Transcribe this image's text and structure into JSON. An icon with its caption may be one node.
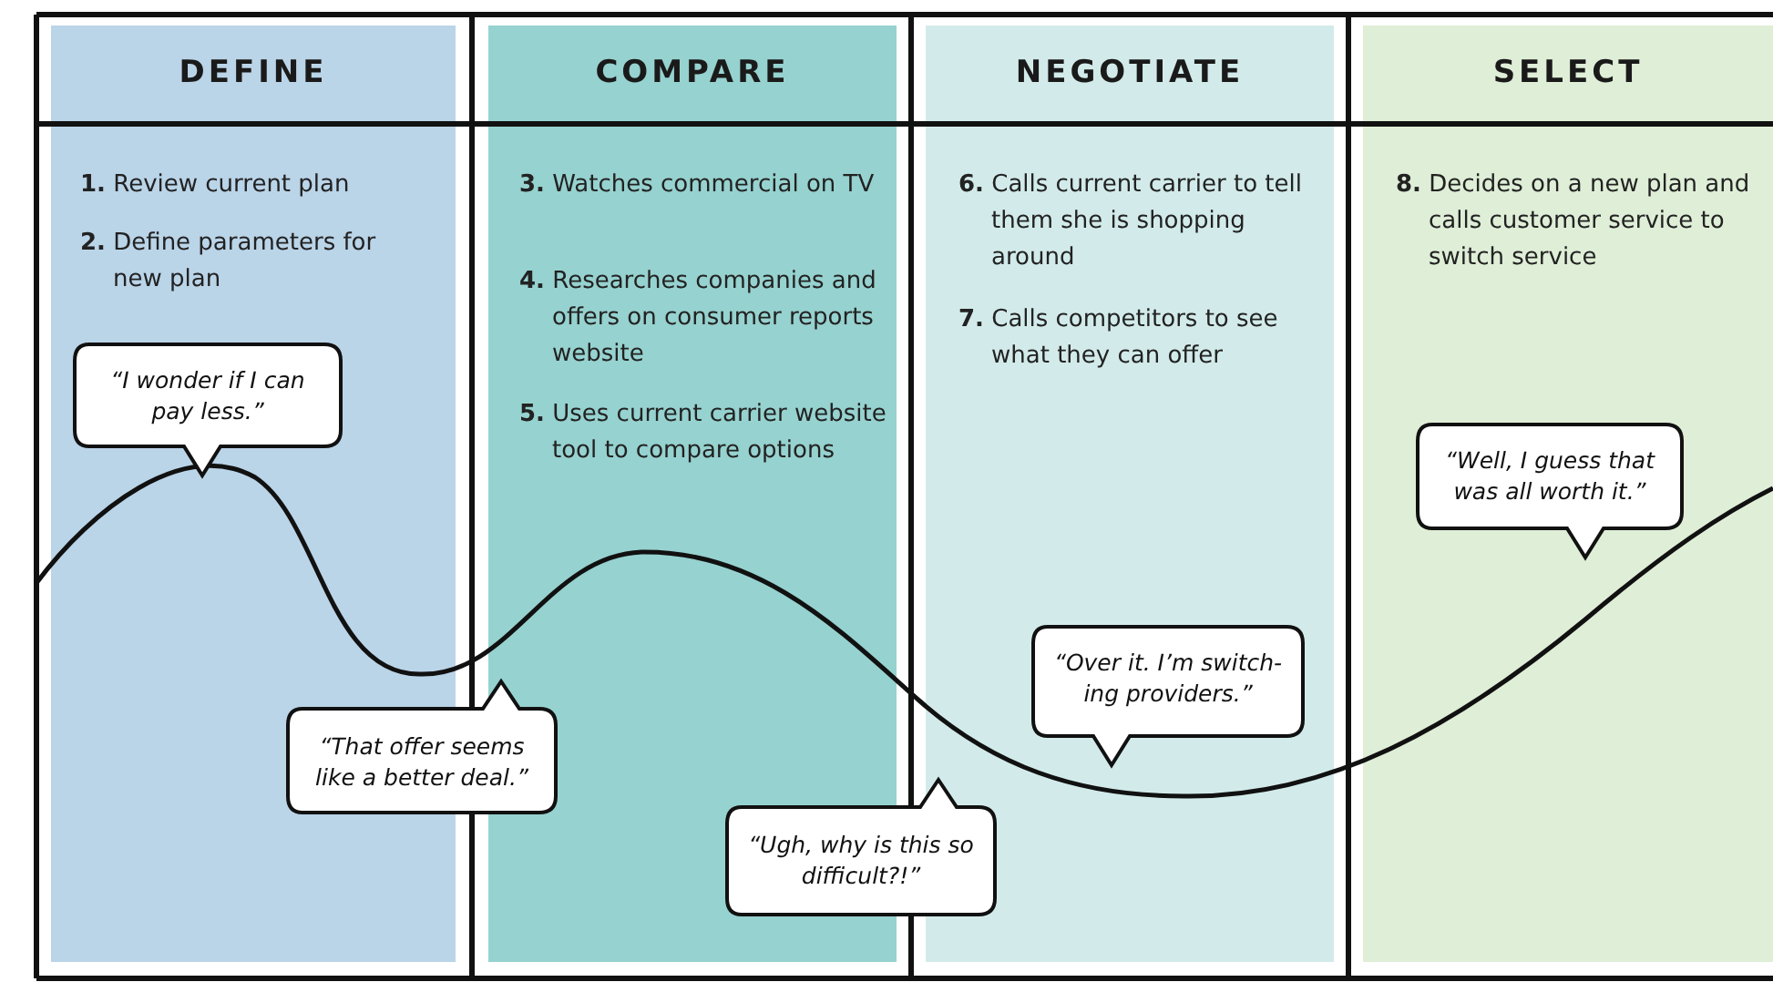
{
  "diagram": {
    "nodes": [
      {
        "text": [
          "DEFINE",
          "**1.** Review current plan",
          "**2.** Define parameters for new plan"
        ]
      },
      {
        "text": [
          "COMPARE",
          "**3.** Watches commercial on TV",
          "**4.** Researches companies and offers on consumer reports website",
          "**5.** Uses current carrier website tool to compare options"
        ]
      },
      {
        "text": [
          "NEGOTIATE",
          "**6.** Calls current carrier to tell them she is shopping around",
          "**7.** Calls competitors to see what they can offer"
        ]
      },
      {
        "text": [
          "SELECT",
          "**8.** Decides on a new plan and calls customer service to switch service"
        ]
      },
      {
        "text": [
          "“I wonder if I can pay less.”"
        ],
        "in": 0
      },
      {
        "text": [
          "“That offer seems like a better deal.”"
        ]
      },
      {
        "text": [
          "“Ugh, why is this so difficult?!”"
        ]
      },
      {
        "text": [
          "“Over it. I’m switch-ing providers.”"
        ],
        "in": 2
      },
      {
        "text": [
          "“Well, I guess that was all worth it.”"
        ],
        "in": 3
      }
    ],
    "edges": []
  }
}
